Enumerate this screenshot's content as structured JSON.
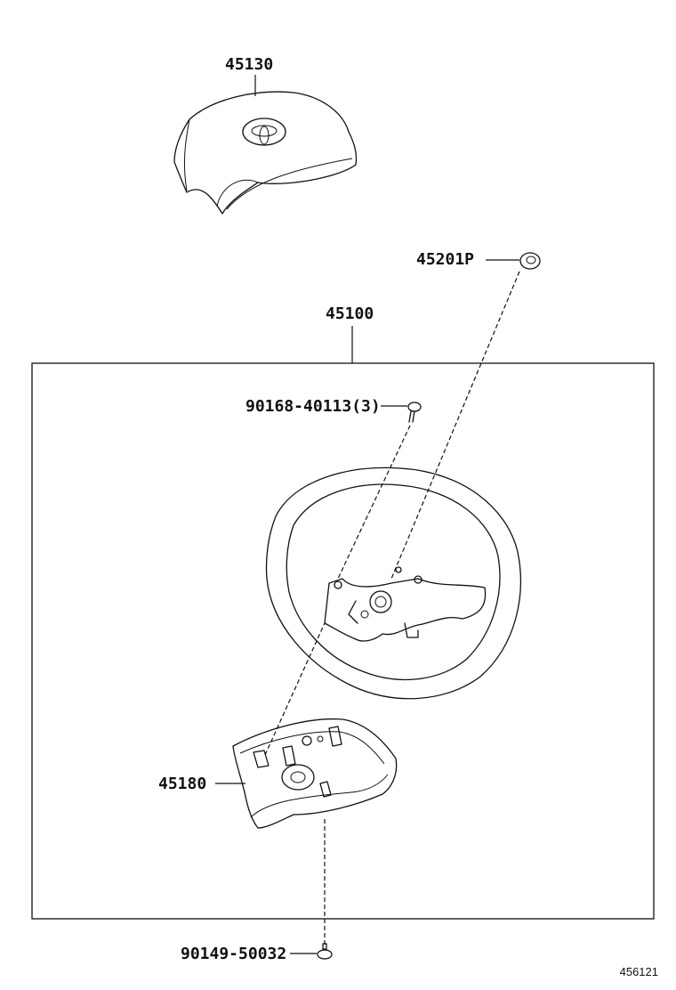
{
  "parts": {
    "horn_pad": "45130",
    "plug": "45201P",
    "steering_wheel_assy": "45100",
    "screw_upper": "90168-40113(3)",
    "lower_cover": "45180",
    "screw_lower": "90149-50032"
  },
  "figure_id": "456121"
}
